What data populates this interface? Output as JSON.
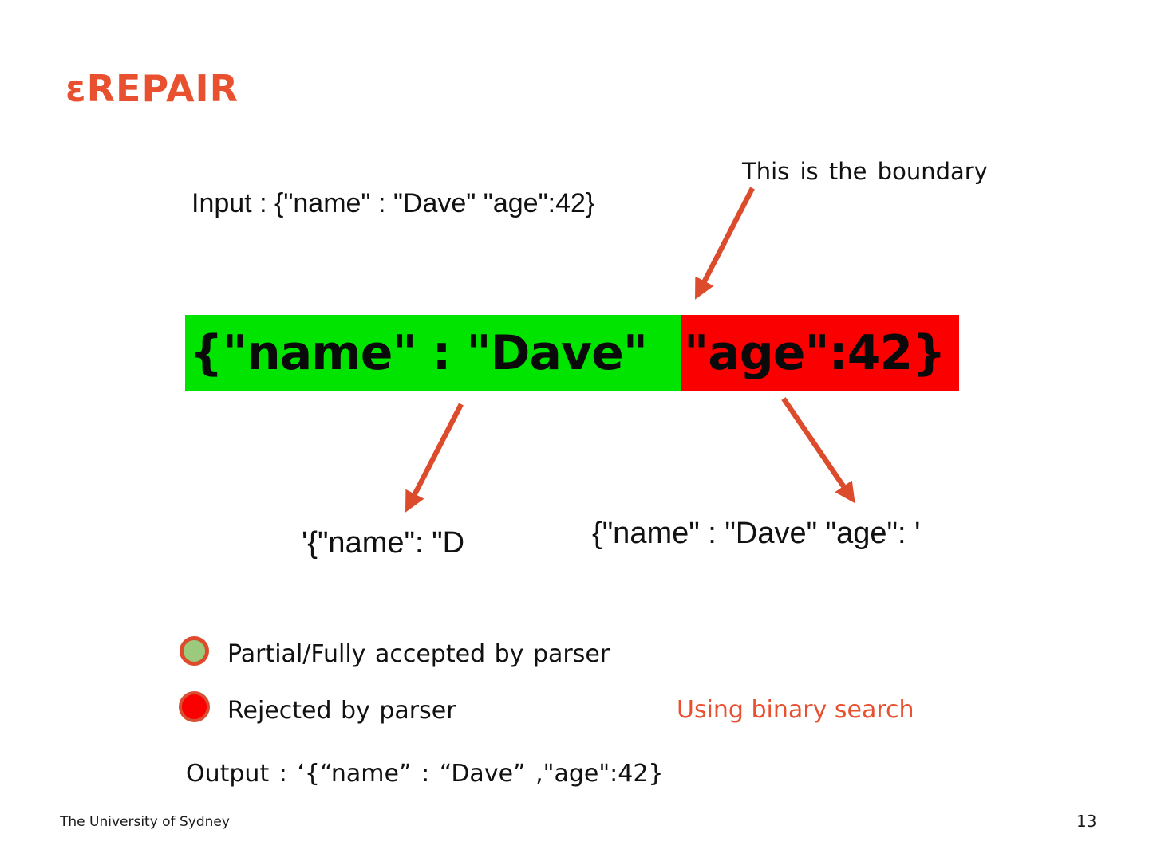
{
  "slide": {
    "title": "εREPAIR",
    "footer": "The University of Sydney",
    "page_number": "13"
  },
  "annotations": {
    "boundary_label": "This is the boundary",
    "input_label": "Input : {\"name\" : \"Dave\" \"age\":42}",
    "accepted_snippet": "'{\"name\": \"D",
    "rejected_snippet": "{\"name\" : \"Dave\" \"age\": '",
    "binary_search_note": "Using binary search",
    "output_label": "Output : ‘{“name” : “Dave” ,\"age\":42}"
  },
  "bar": {
    "accepted_text": "{\"name\" : \"Dave\"",
    "rejected_text": "\"age\":42}"
  },
  "legend": {
    "items": [
      {
        "label": "Partial/Fully accepted by parser",
        "color": "#9CCA7C"
      },
      {
        "label": "Rejected by parser",
        "color": "#FB0000"
      }
    ]
  },
  "colors": {
    "accent_orange": "#E8502F",
    "accepted_green": "#00E400",
    "rejected_red": "#FA0000",
    "legend_green_fill": "#9CCA7C",
    "circle_border": "#DD4B2C",
    "arrow": "#DC4B2B"
  }
}
